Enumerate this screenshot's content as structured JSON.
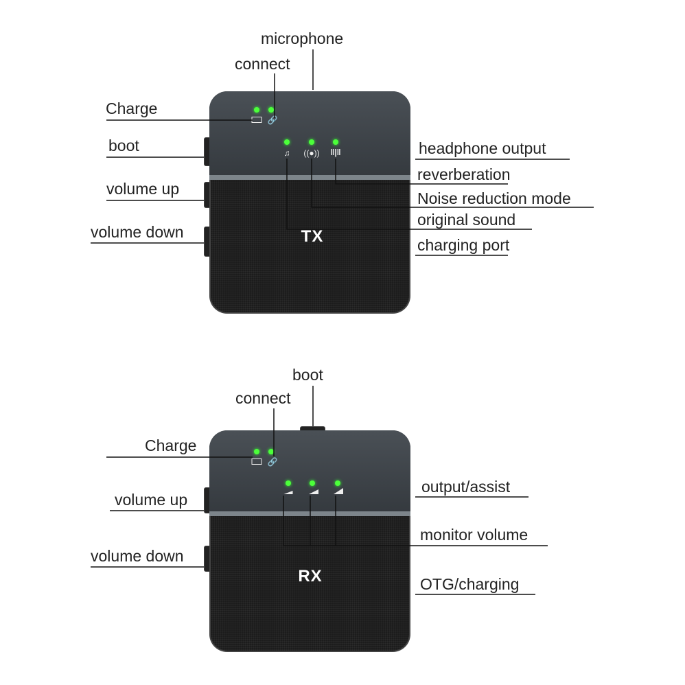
{
  "tx": {
    "device_label": "TX",
    "labels": {
      "microphone": "microphone",
      "connect": "connect",
      "charge": "Charge",
      "boot": "boot",
      "volume_up": "volume up",
      "volume_down": "volume down",
      "headphone_output": "headphone output",
      "reverberation": "reverberation",
      "noise_reduction": "Noise reduction mode",
      "original_sound": "original sound",
      "charging_port": "charging port"
    },
    "icons": [
      "battery-icon",
      "link-icon",
      "music-note-icon",
      "broadcast-icon",
      "waveform-icon"
    ]
  },
  "rx": {
    "device_label": "RX",
    "labels": {
      "boot": "boot",
      "connect": "connect",
      "charge": "Charge",
      "volume_up": "volume up",
      "volume_down": "volume down",
      "output_assist": "output/assist",
      "monitor_volume": "monitor volume",
      "otg_charging": "OTG/charging"
    },
    "icons": [
      "battery-icon",
      "link-icon",
      "volume-level-icon"
    ]
  },
  "colors": {
    "led": "#4cff3a",
    "panel": "#3d4247",
    "body": "#1c1c1c"
  }
}
